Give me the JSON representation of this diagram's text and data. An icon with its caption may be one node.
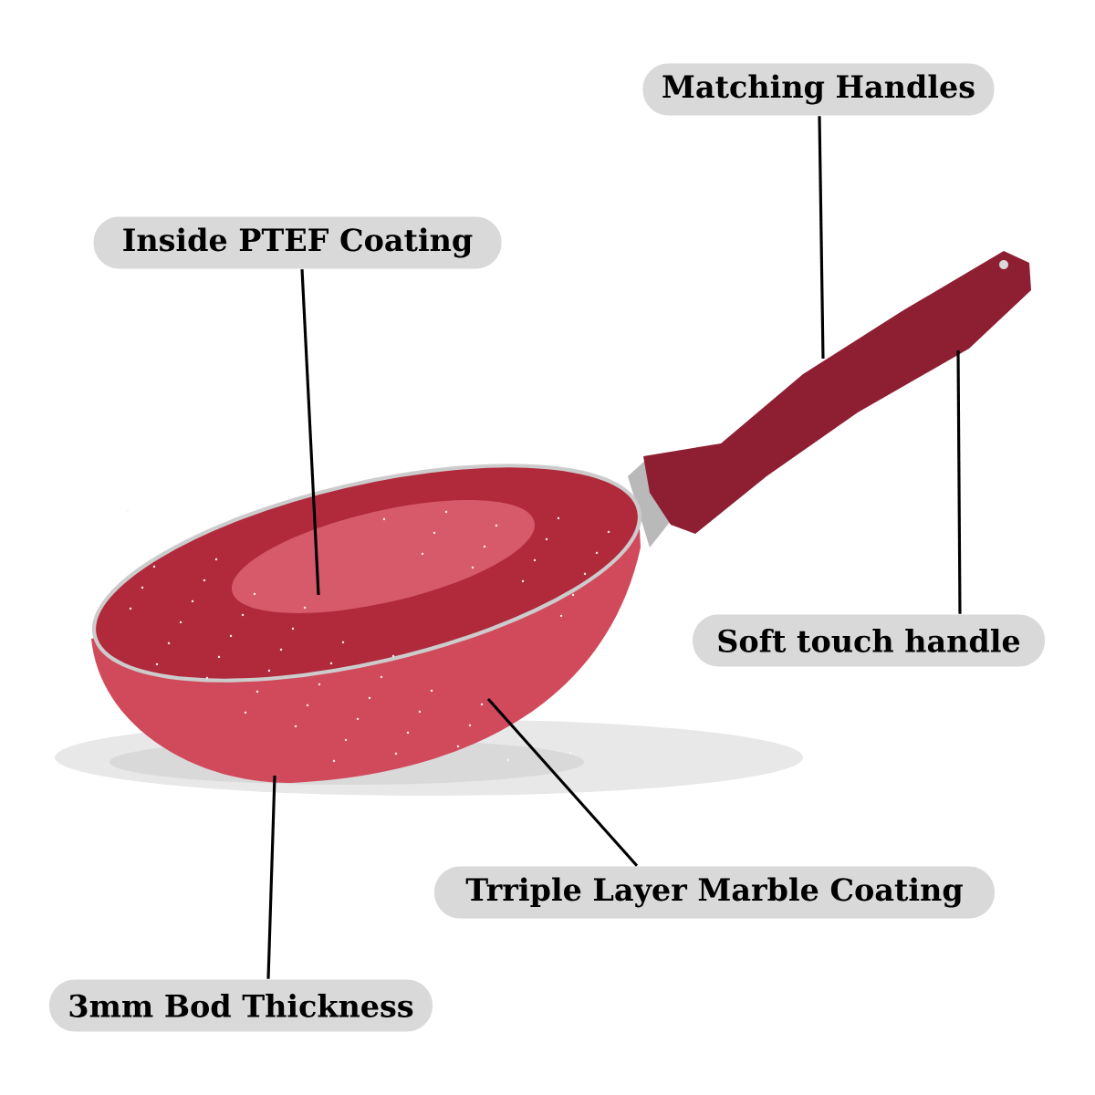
{
  "diagram": {
    "nodes": [
      {
        "text": [
          "Matching Handles"
        ]
      },
      {
        "text": [
          "Inside PTEF Coating"
        ]
      },
      {
        "text": [
          "Soft touch handle"
        ]
      },
      {
        "text": [
          "Trriple Layer Marble Coating"
        ]
      },
      {
        "text": [
          "3mm Bod Thickness"
        ]
      }
    ],
    "edges": [
      {
        "from": 0,
        "to": null,
        "arrow": "none"
      },
      {
        "from": 1,
        "to": null,
        "arrow": "none"
      },
      {
        "from": 2,
        "to": null,
        "arrow": "none"
      },
      {
        "from": 3,
        "to": null,
        "arrow": "none"
      },
      {
        "from": 4,
        "to": null,
        "arrow": "none"
      }
    ]
  }
}
